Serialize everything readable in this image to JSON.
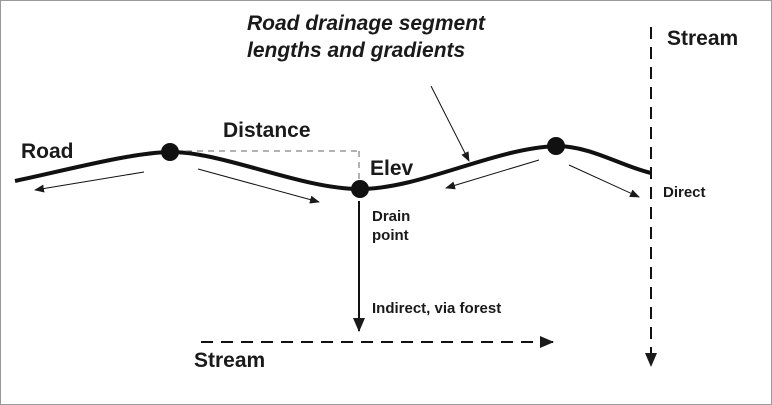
{
  "title_line1": "Road drainage segment",
  "title_line2": "lengths and gradients",
  "labels": {
    "road": "Road",
    "distance": "Distance",
    "elev": "Elev",
    "drain_point_1": "Drain",
    "drain_point_2": "point",
    "indirect": "Indirect, via forest",
    "direct": "Direct",
    "stream_bottom": "Stream",
    "stream_right": "Stream"
  }
}
